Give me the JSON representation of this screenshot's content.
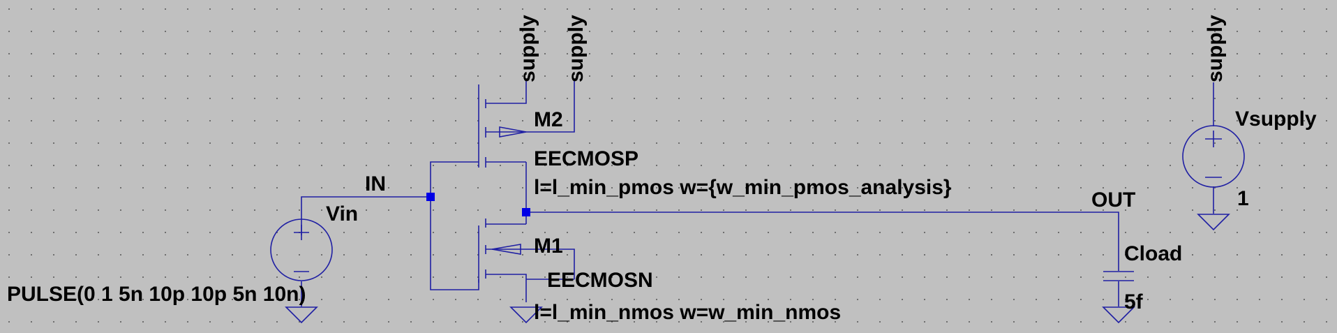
{
  "schematic": {
    "nets": {
      "supply": "supply",
      "in": "IN",
      "out": "OUT"
    },
    "components": {
      "m2": {
        "name": "M2",
        "model": "EECMOSP",
        "params": "l=l_min_pmos w={w_min_pmos_analysis}"
      },
      "m1": {
        "name": "M1",
        "model": "EECMOSN",
        "params": "l=l_min_nmos w=w_min_nmos"
      },
      "vin": {
        "name": "Vin",
        "value": "PULSE(0 1 5n 10p 10p 5n 10n)"
      },
      "vsupply": {
        "name": "Vsupply",
        "value": "1"
      },
      "cload": {
        "name": "Cload",
        "value": "5f"
      }
    },
    "colors": {
      "background": "#c0c0c0",
      "wire": "#1f1fa3",
      "junction": "#0000e6",
      "grid_dot": "#6e6e6e",
      "text": "#000000"
    }
  }
}
